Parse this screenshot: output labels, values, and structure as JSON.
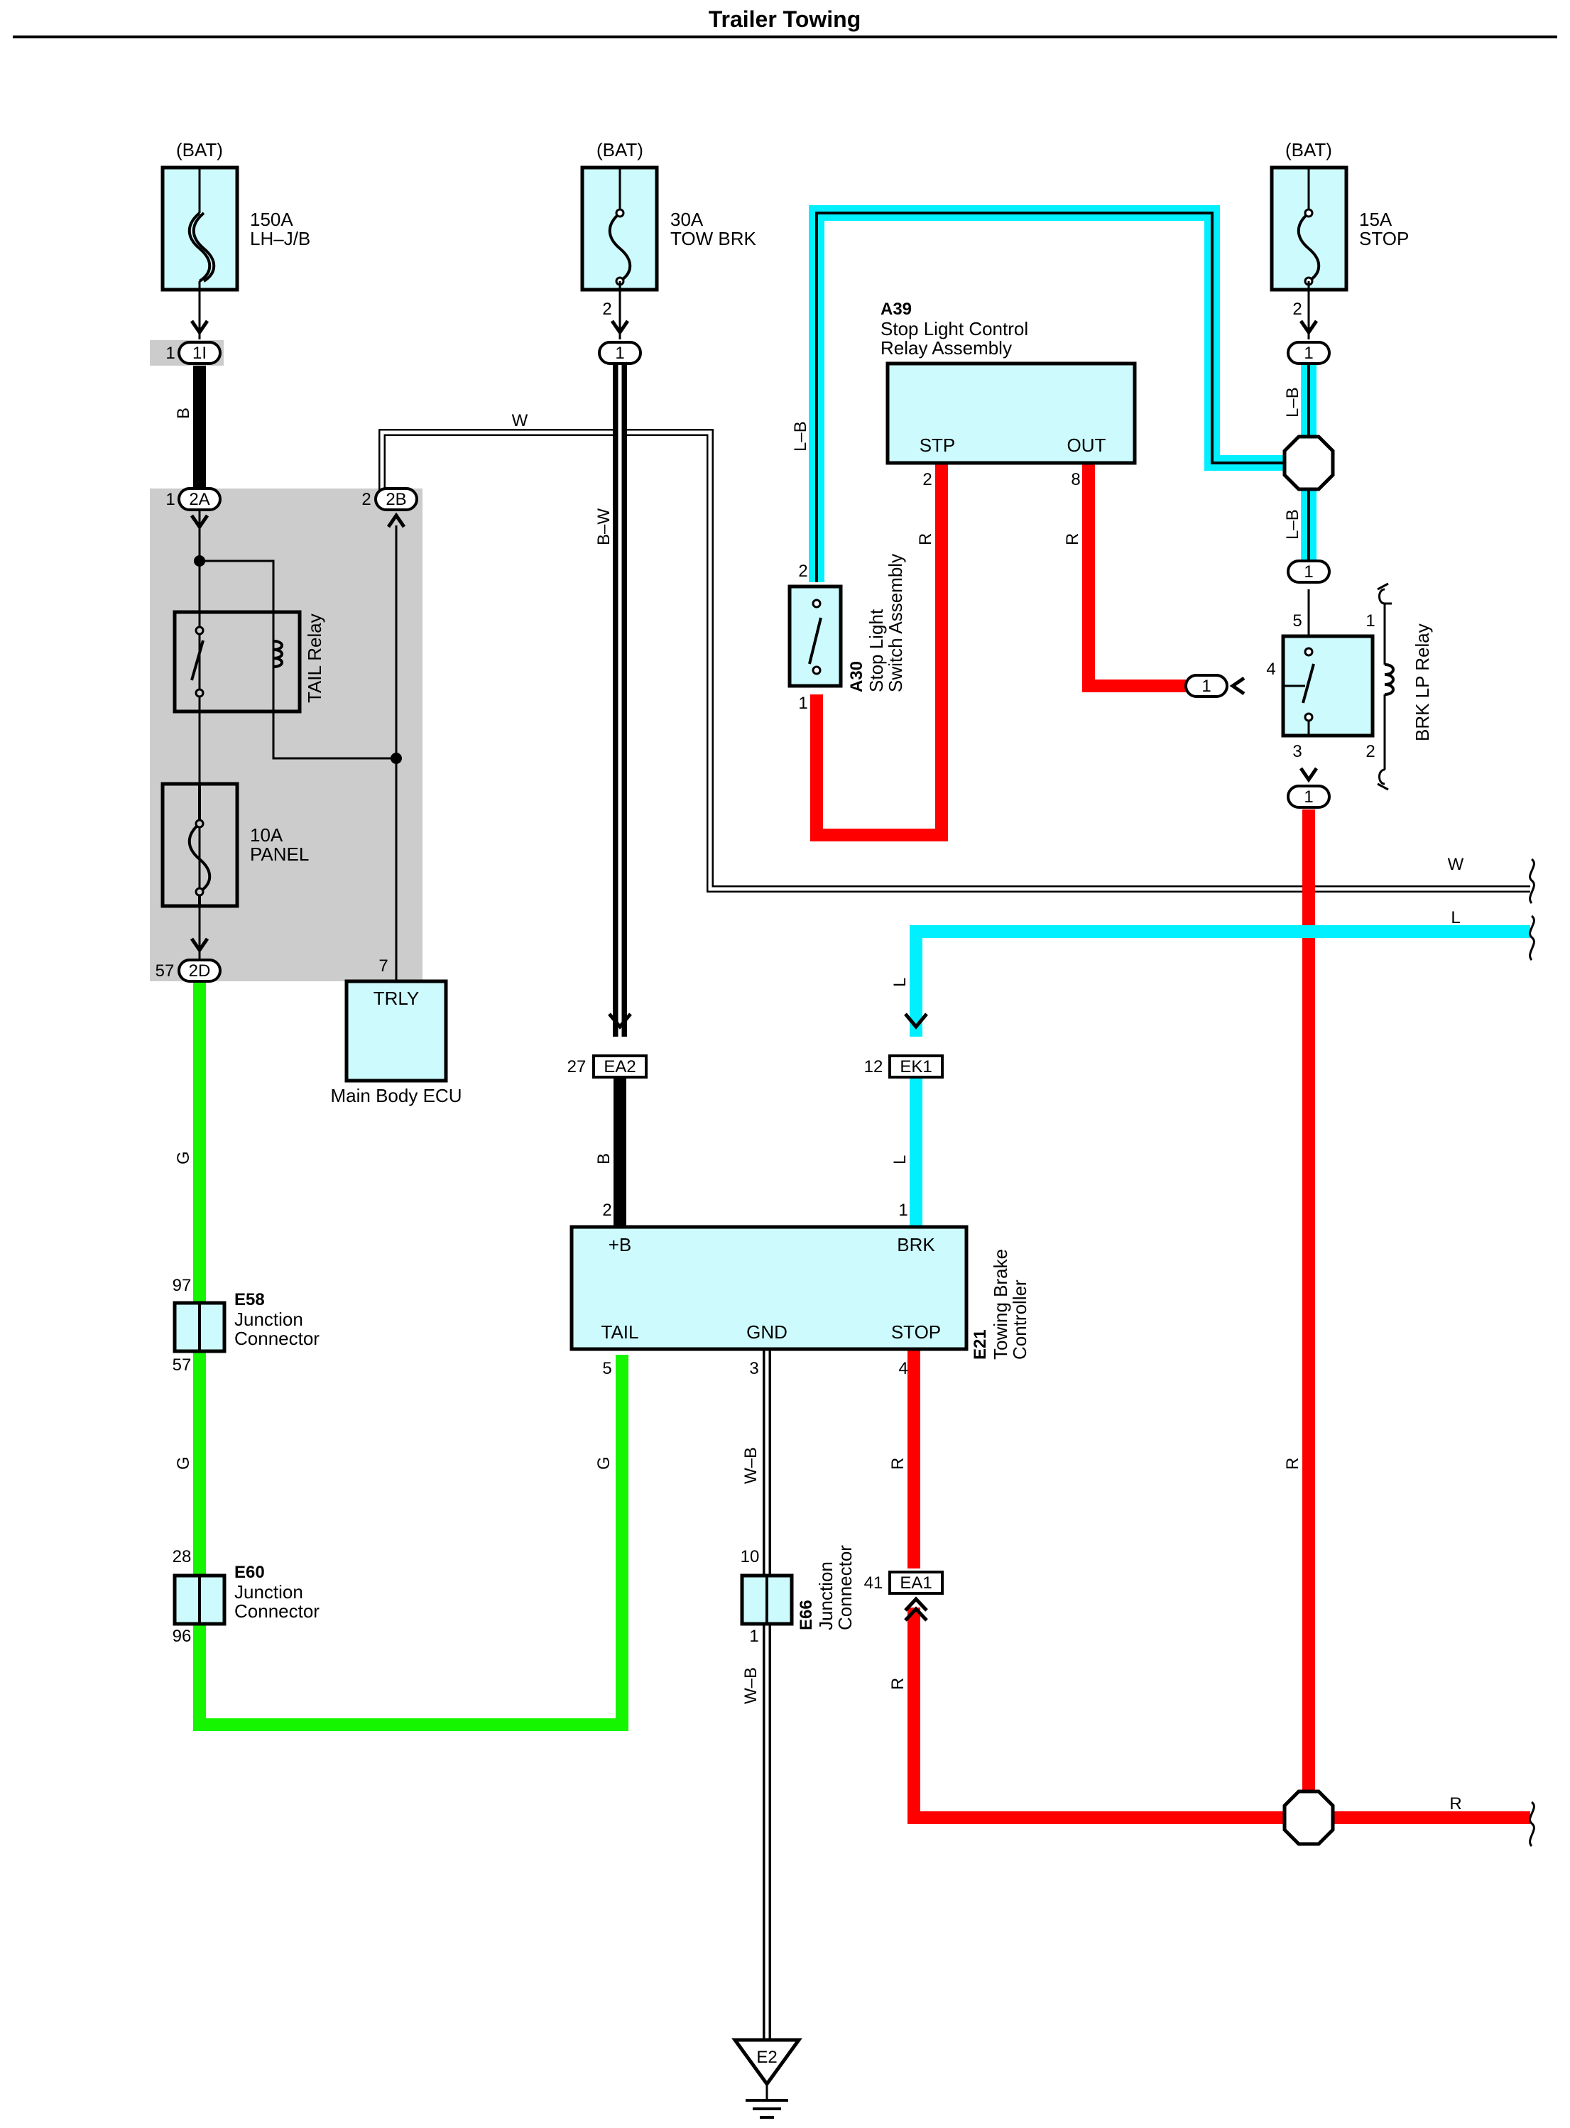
{
  "title": "Trailer Towing",
  "colors": {
    "green": "#16f500",
    "red": "#ff0000",
    "cyan": "#00f0ff",
    "black": "#000000",
    "box_fill": "#cdfafd",
    "shade": "#cccccc"
  },
  "fuses": [
    {
      "source": "(BAT)",
      "rating": "150A",
      "name": "LH–J/B"
    },
    {
      "source": "(BAT)",
      "rating": "30A",
      "name": "TOW BRK"
    },
    {
      "source": "(BAT)",
      "rating": "15A",
      "name": "STOP"
    },
    {
      "rating": "10A",
      "name": "PANEL"
    }
  ],
  "connectors": {
    "c1I": "1I",
    "c2A": "2A",
    "c2B": "2B",
    "c2D": "2D",
    "ea2": "EA2",
    "ek1": "EK1",
    "ea1": "EA1",
    "one": "1",
    "e2": "E2"
  },
  "pins": {
    "p1": "1",
    "p2": "2",
    "p3": "3",
    "p4": "4",
    "p5": "5",
    "p7": "7",
    "p8": "8",
    "p10": "10",
    "p12": "12",
    "p27": "27",
    "p28": "28",
    "p41": "41",
    "p57": "57",
    "p96": "96",
    "p97": "97"
  },
  "wire_colors": {
    "B": "B",
    "W": "W",
    "BW": "B–W",
    "LB": "L–B",
    "R": "R",
    "L": "L",
    "G": "G",
    "WB": "W–B"
  },
  "components": {
    "tail_relay": "TAIL Relay",
    "main_body_ecu": {
      "terminal": "TRLY",
      "name": "Main Body ECU"
    },
    "a39": {
      "code": "A39",
      "line1": "Stop Light Control",
      "line2": "Relay Assembly",
      "stp": "STP",
      "out": "OUT"
    },
    "a30": {
      "code": "A30",
      "line1": "Stop Light",
      "line2": "Switch Assembly"
    },
    "brk_lp_relay": "BRK LP Relay",
    "e21": {
      "code": "E21",
      "line1": "Towing Brake",
      "line2": "Controller",
      "b": "+B",
      "brk": "BRK",
      "tail": "TAIL",
      "gnd": "GND",
      "stop": "STOP"
    },
    "e58": {
      "code": "E58",
      "line1": "Junction",
      "line2": "Connector"
    },
    "e60": {
      "code": "E60",
      "line1": "Junction",
      "line2": "Connector"
    },
    "e66": {
      "code": "E66",
      "line1": "Junction",
      "line2": "Connector"
    }
  }
}
